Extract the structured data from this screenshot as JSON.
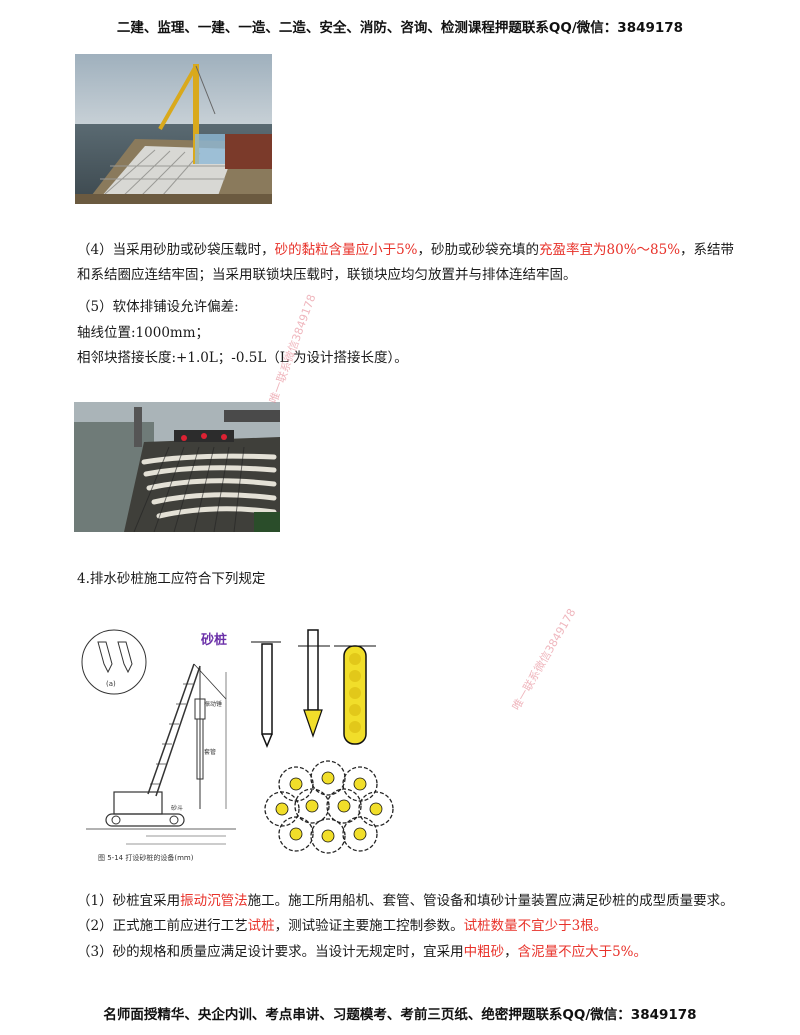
{
  "header": {
    "text": "二建、监理、一建、一造、二造、安全、消防、咨询、检测课程押题联系QQ/微信：3849178"
  },
  "footer": {
    "text": "名师面授精华、央企内训、考点串讲、习题模考、考前三页纸、绝密押题联系QQ/微信：3849178"
  },
  "section4": {
    "p4": {
      "t1": "（4）当采用砂肋或砂袋压载时，",
      "r1": "砂的黏粒含量应小于5%",
      "t2": "，砂肋或砂袋充填的",
      "r2": "充盈率宜为80%～85%",
      "t3": "，系结带和系结圈应连结牢固；当采用联锁块压载时，联锁块应均匀放置并与排体连结牢固。"
    },
    "p5_title": "（5）软体排铺设允许偏差:",
    "p5_line1": "轴线位置:1000mm；",
    "p5_line2": "相邻块搭接长度:+1.0L；-0.5L（L 为设计搭接长度）。"
  },
  "heading4": "4.排水砂桩施工应符合下列规定",
  "diagram": {
    "title": "砂桩",
    "caption": "图 5-14  打设砂桩的设备(mm)",
    "labels": {
      "hammer": "振动锤",
      "pipe": "套管",
      "sand_hopper": "砂斗",
      "a": "(a)"
    }
  },
  "rules": {
    "r1": {
      "t1": "（1）砂桩宜采用",
      "r1": "振动沉管法",
      "t2": "施工。施工所用船机、套管、管设备和填砂计量装置应满足砂桩的成型质量要求。"
    },
    "r2": {
      "t1": "（2）正式施工前应进行工艺",
      "r1": "试桩",
      "t2": "，测试验证主要施工控制参数。",
      "r2": "试桩数量不宜少于3根。"
    },
    "r3": {
      "t1": "（3）砂的规格和质量应满足设计要求。当设计无规定时，宜采用",
      "r1": "中粗砂",
      "t2": "，",
      "r2": "含泥量不应大于5%。"
    }
  },
  "watermarks": {
    "w1": "唯一联系微信3849178",
    "w2": "唯一联系微信3849178"
  },
  "colors": {
    "highlight": "#e8322a",
    "text": "#1a1a1a"
  }
}
